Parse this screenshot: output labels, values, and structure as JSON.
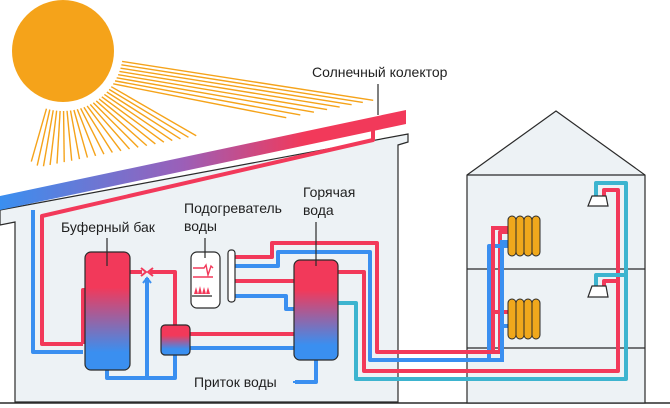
{
  "labels": {
    "solar_collector": "Солнечный колектор",
    "buffer_tank": "Буферный бак",
    "water_heater_line1": "Подогреватель",
    "water_heater_line2": "воды",
    "hot_water_line1": "Горячая",
    "hot_water_line2": "вода",
    "water_inlet": "Приток воды"
  },
  "colors": {
    "sun": "#f5a31a",
    "hot": "#f2395a",
    "cold": "#3a8ff0",
    "cyan": "#3db4cf",
    "radiator": "#f0a81c",
    "wall_fill": "#edf2f5",
    "outline": "#2a2a2a"
  }
}
